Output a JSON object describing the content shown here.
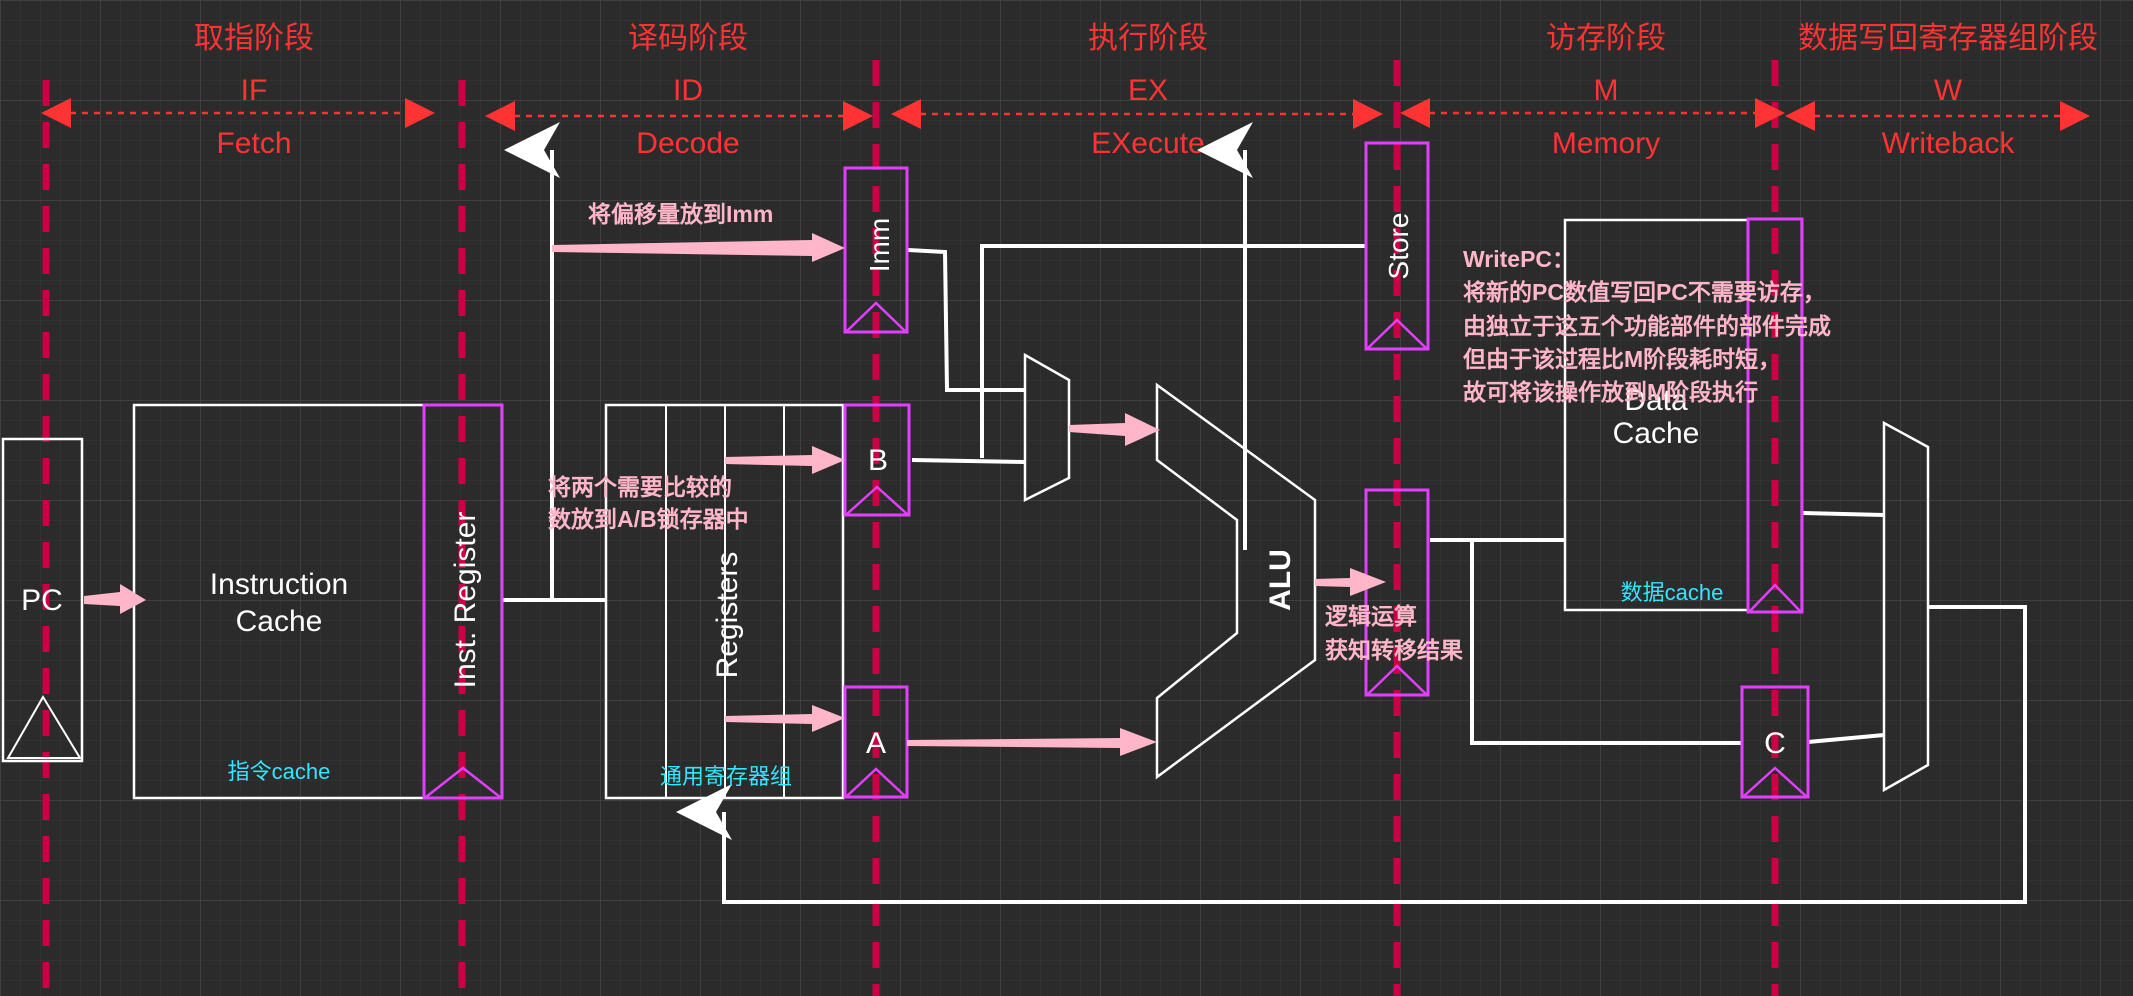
{
  "stages": [
    {
      "cn": "取指阶段",
      "abbr": "IF",
      "en": "Fetch"
    },
    {
      "cn": "译码阶段",
      "abbr": "ID",
      "en": "Decode"
    },
    {
      "cn": "执行阶段",
      "abbr": "EX",
      "en": "EXecute"
    },
    {
      "cn": "访存阶段",
      "abbr": "M",
      "en": "Memory"
    },
    {
      "cn": "数据写回寄存器组阶段",
      "abbr": "W",
      "en": "Writeback"
    }
  ],
  "blocks": {
    "pc": "PC",
    "icache_line1": "Instruction",
    "icache_line2": "Cache",
    "icache_note": "指令cache",
    "inst_reg": "Inst. Register",
    "registers": "Registers",
    "registers_note": "通用寄存器组",
    "imm": "Imm",
    "b": "B",
    "a": "A",
    "alu": "ALU",
    "store": "Store",
    "dcache_line1": "Data",
    "dcache_line2": "Cache",
    "dcache_note": "数据cache",
    "c": "C"
  },
  "notes": {
    "imm_note": "将偏移量放到Imm",
    "ab_note_line1": "将两个需要比较的",
    "ab_note_line2": "数放到A/B锁存器中",
    "alu_note_line1": "逻辑运算",
    "alu_note_line2": "获知转移结果",
    "writepc_line1": "WritePC：",
    "writepc_line2": "将新的PC数值写回PC不需要访存，",
    "writepc_line3": "由独立于这五个功能部件的部件完成",
    "writepc_line4": "但由于该过程比M阶段耗时短，",
    "writepc_line5": "故可将该操作放到M阶段执行"
  },
  "colors": {
    "background": "#2b2b2b",
    "stage_text": "#ff3333",
    "divider": "#cc0044",
    "latch_border": "#e040fb",
    "wire": "#ffffff",
    "pink_arrow": "#ffb6c8",
    "note_text": "#33e6ff"
  }
}
